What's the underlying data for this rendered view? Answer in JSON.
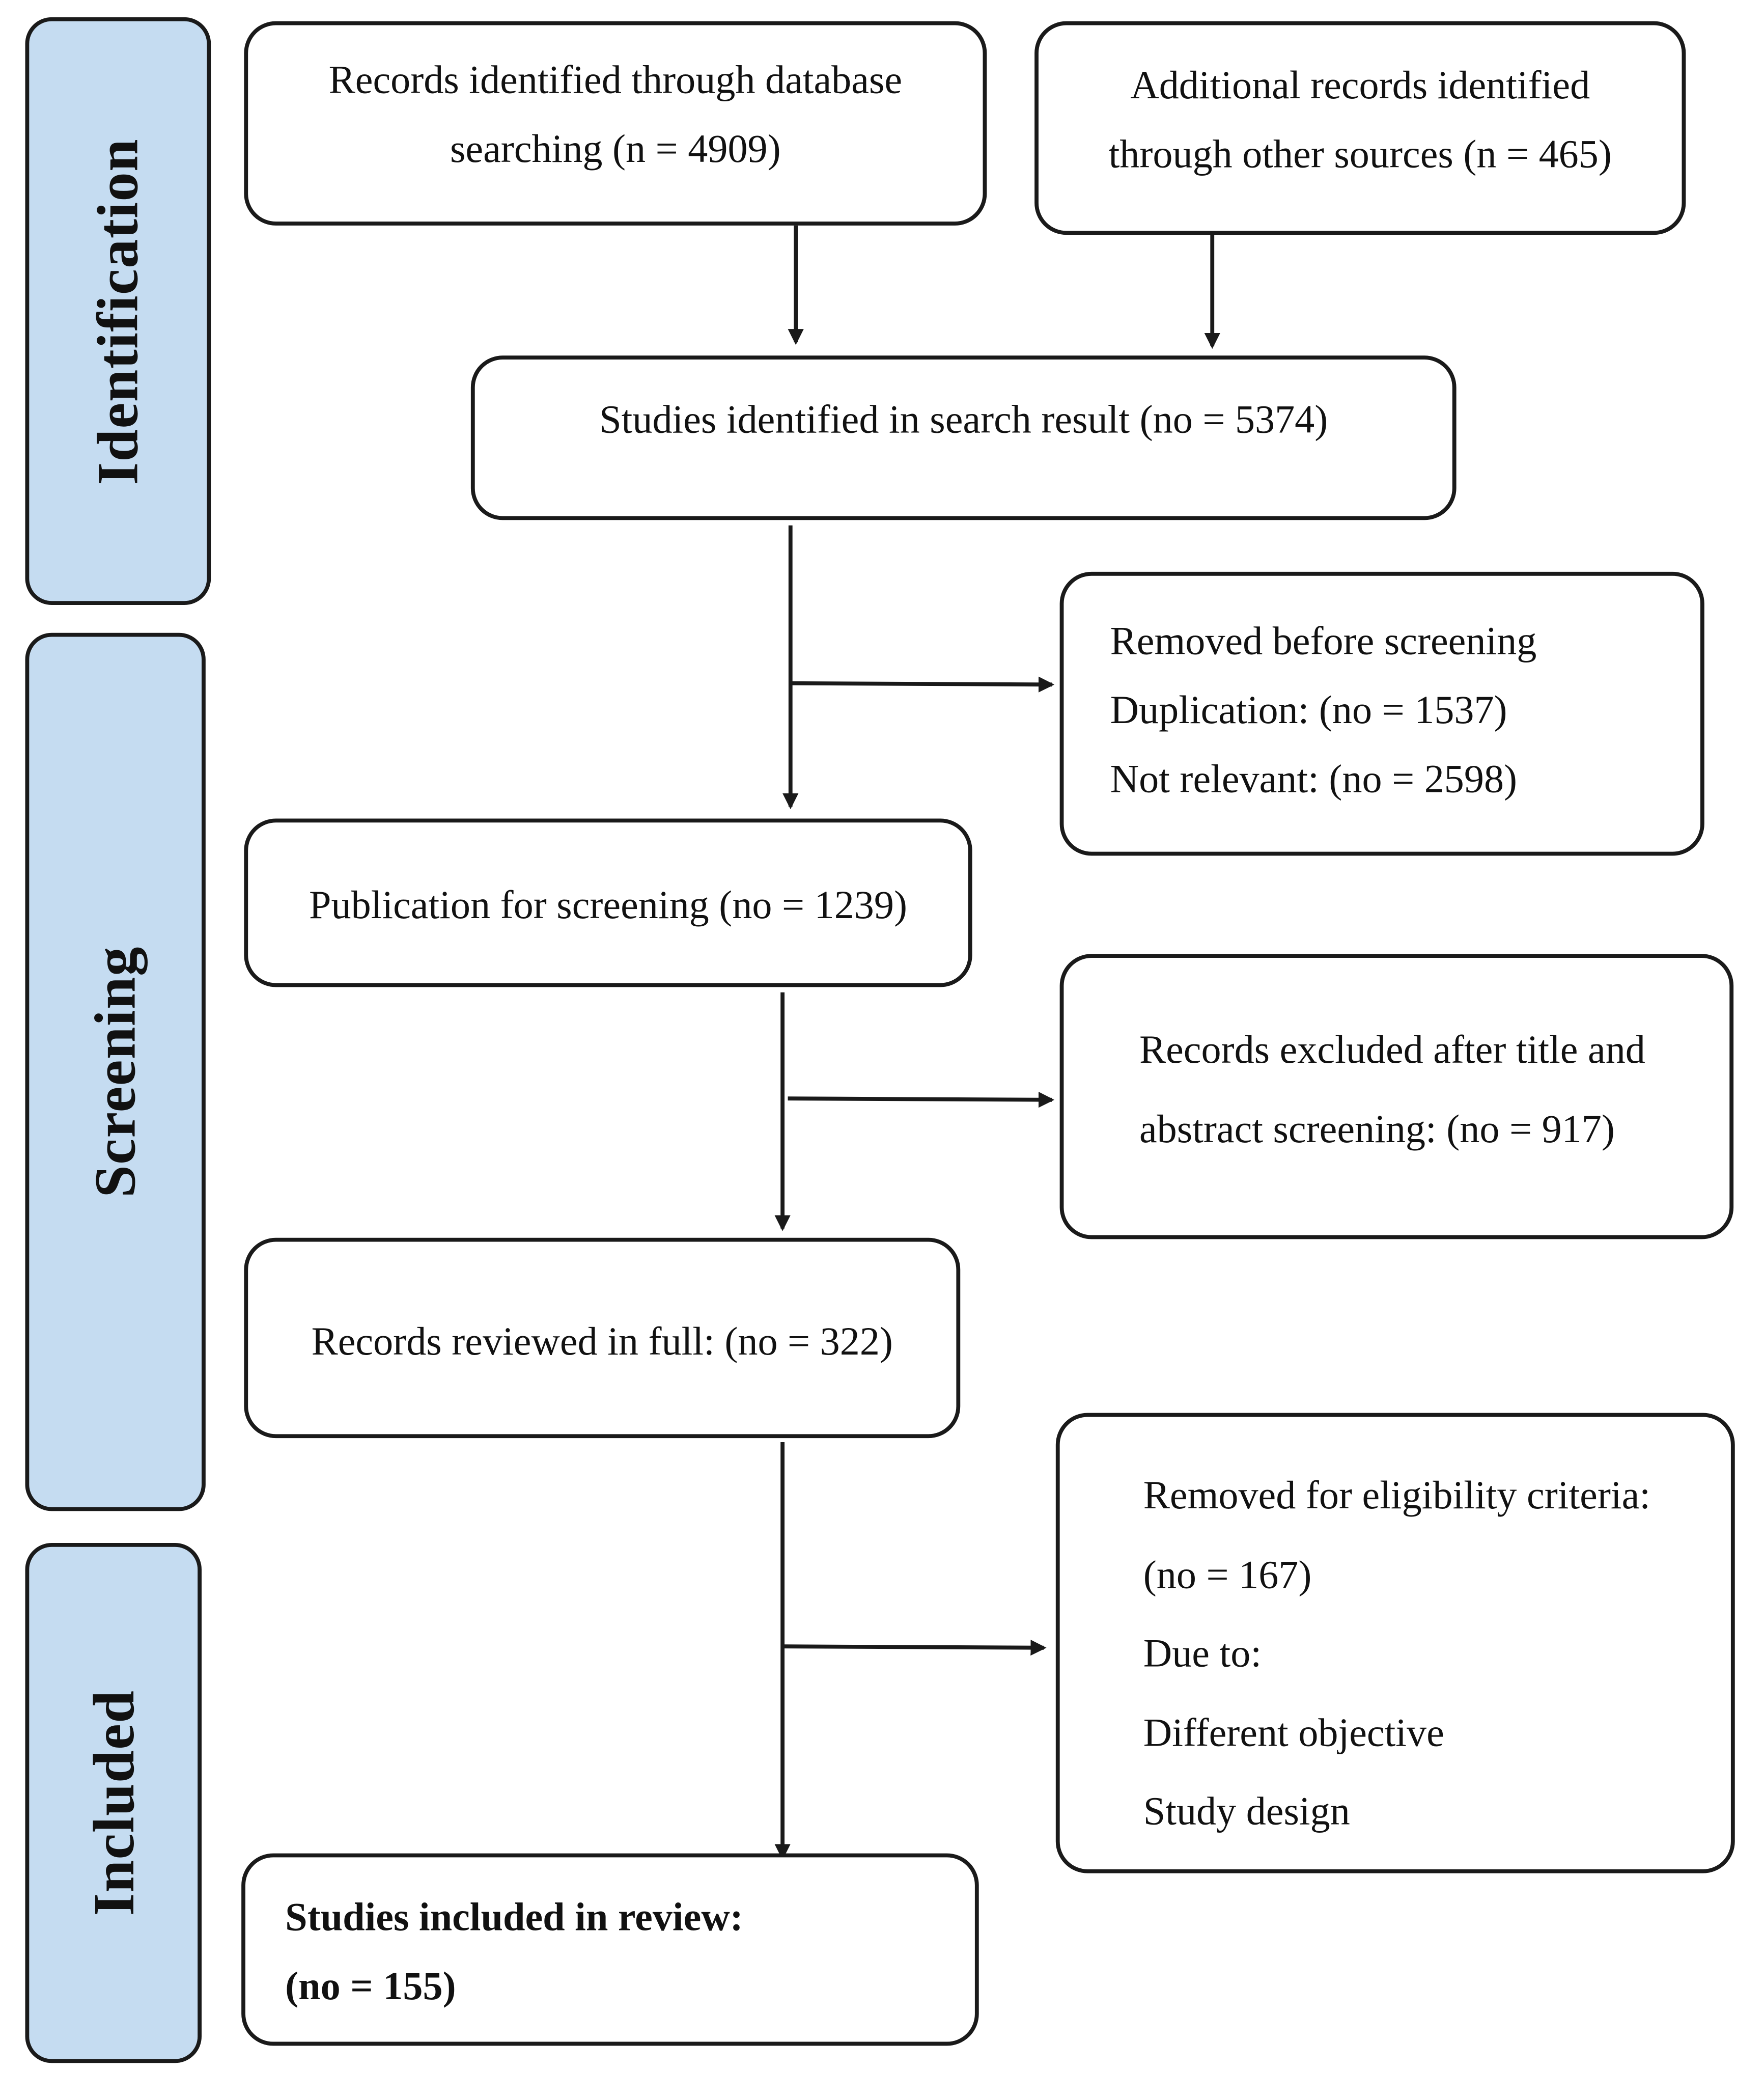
{
  "phases": {
    "identification": "Identification",
    "screening": "Screening",
    "included": "Included"
  },
  "boxes": {
    "database": [
      "Records identified through database",
      "searching (n = 4909)"
    ],
    "other_sources": [
      "Additional records identified",
      "through other sources (n = 465)"
    ],
    "search_result": [
      "Studies identified in search result (no = 5374)"
    ],
    "removed_before": [
      "Removed before screening",
      "Duplication: (no = 1537)",
      "Not relevant: (no = 2598)"
    ],
    "for_screening": [
      "Publication for screening (no = 1239)"
    ],
    "excluded_title": [
      "Records excluded after title and",
      "abstract screening: (no = 917)"
    ],
    "reviewed_full": [
      "Records reviewed in full: (no = 322)"
    ],
    "removed_eligibility": [
      "Removed for eligibility criteria:",
      "(no = 167)",
      "Due to:",
      "Different objective",
      "Study design"
    ],
    "included_review": [
      "Studies included in review:",
      "(no = 155)"
    ]
  },
  "colors": {
    "phase_fill": "#c5dcf1",
    "border": "#1a1a1a",
    "text": "#111111"
  }
}
